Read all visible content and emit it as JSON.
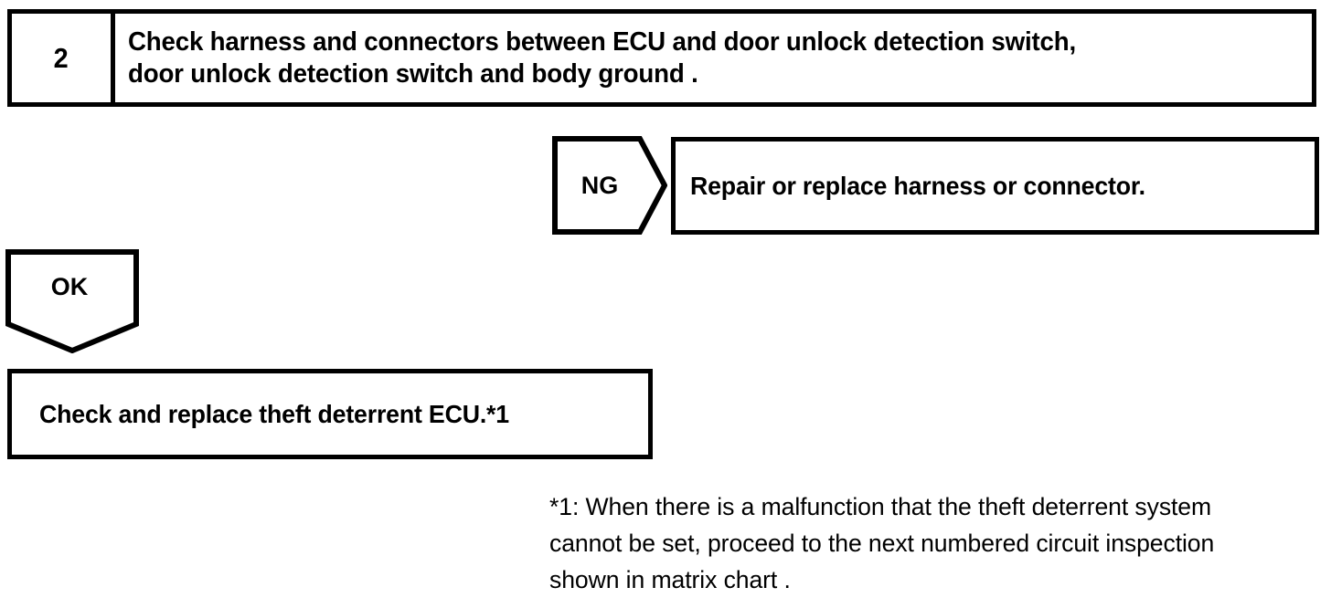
{
  "diagram": {
    "title": "Circuit inspection flow - step 2",
    "colors": {
      "line": "#000000",
      "background": "#ffffff",
      "text": "#000000"
    },
    "step": {
      "number": "2",
      "text_line_1": "Check harness and connectors between ECU and door unlock detection switch,",
      "text_line_2": "door unlock detection switch and body ground ."
    },
    "branch_ng": {
      "label": "NG",
      "result_text": "Repair or replace harness or connector."
    },
    "branch_ok": {
      "label": "OK",
      "result_text": "Check and replace theft deterrent ECU.*1"
    },
    "footnote": {
      "line_1": "*1: When there is a malfunction that the theft deterrent system",
      "line_2": "cannot be set, proceed to the next numbered circuit inspection",
      "line_3": "shown in matrix chart ."
    }
  }
}
